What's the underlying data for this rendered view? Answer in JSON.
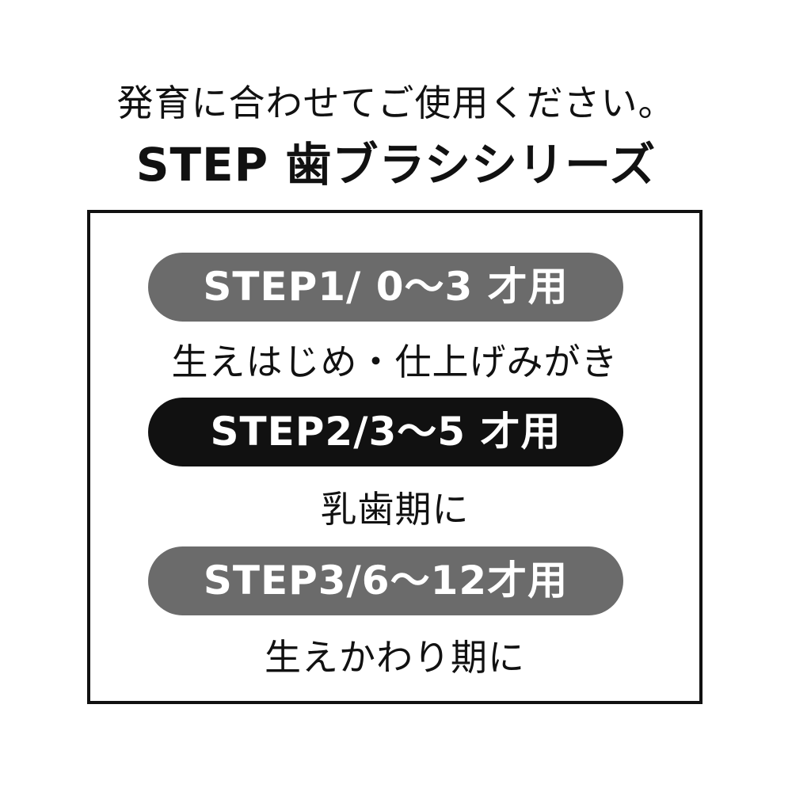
{
  "header": {
    "subtitle": "発育に合わせてご使用ください。",
    "title": "STEP 歯ブラシシリーズ"
  },
  "steps": [
    {
      "label": "STEP1/ 0〜3 才用",
      "description": "生えはじめ・仕上げみがき",
      "pill_color": "#6b6b6b"
    },
    {
      "label": "STEP2/3〜5 才用",
      "description": "乳歯期に",
      "pill_color": "#111111"
    },
    {
      "label": "STEP3/6〜12才用",
      "description": "生えかわり期に",
      "pill_color": "#6b6b6b"
    }
  ]
}
